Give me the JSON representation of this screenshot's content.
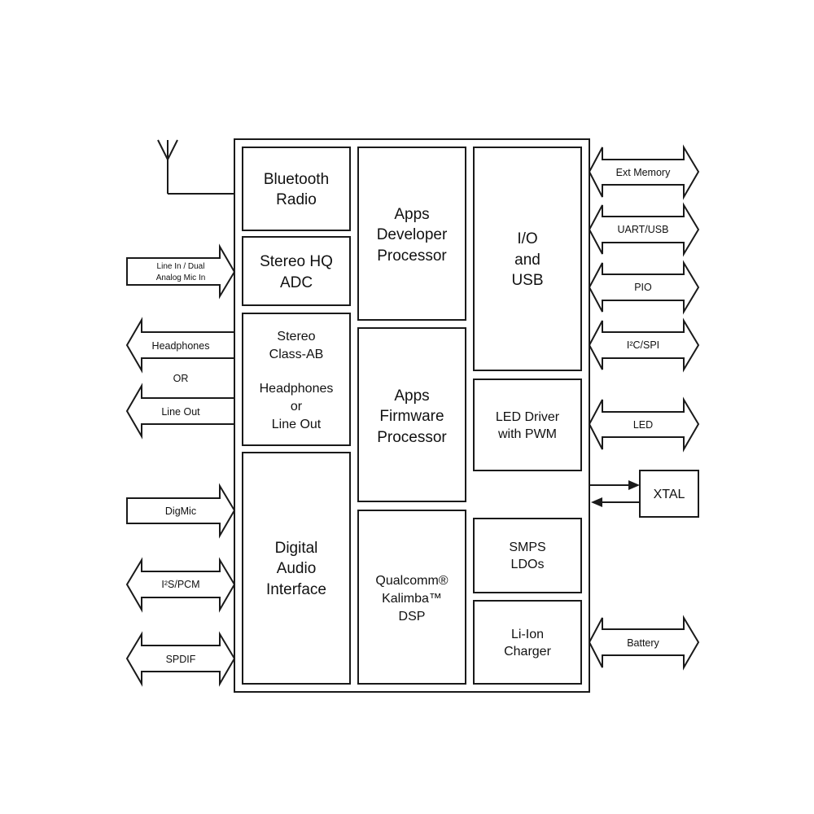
{
  "blocks": {
    "bluetooth_radio": [
      "Bluetooth",
      "Radio"
    ],
    "stereo_adc": [
      "Stereo HQ",
      "ADC"
    ],
    "class_ab": [
      "Stereo",
      "Class-AB",
      "",
      "Headphones",
      "or",
      "Line Out"
    ],
    "digital_audio": [
      "Digital",
      "Audio",
      "Interface"
    ],
    "apps_dev": [
      "Apps",
      "Developer",
      "Processor"
    ],
    "apps_fw": [
      "Apps",
      "Firmware",
      "Processor"
    ],
    "kalimba": [
      "Qualcomm®",
      "Kalimba™",
      "DSP"
    ],
    "io_usb": [
      "I/O",
      "and",
      "USB"
    ],
    "led_driver": [
      "LED Driver",
      "with PWM"
    ],
    "smps": [
      "SMPS",
      "LDOs"
    ],
    "charger": [
      "Li-Ion",
      "Charger"
    ],
    "xtal": "XTAL"
  },
  "left_signals": {
    "line_in": [
      "Line In / Dual",
      "Analog Mic In"
    ],
    "headphones": "Headphones",
    "or": "OR",
    "line_out": "Line Out",
    "digmic": "DigMic",
    "i2s": "I²S/PCM",
    "spdif": "SPDIF"
  },
  "right_signals": {
    "ext_memory": "Ext Memory",
    "uart_usb": "UART/USB",
    "pio": "PIO",
    "i2c_spi": "I²C/SPI",
    "led": "LED",
    "battery": "Battery"
  },
  "colors": {
    "line": "#1a1a1a",
    "fill": "#ffffff"
  }
}
